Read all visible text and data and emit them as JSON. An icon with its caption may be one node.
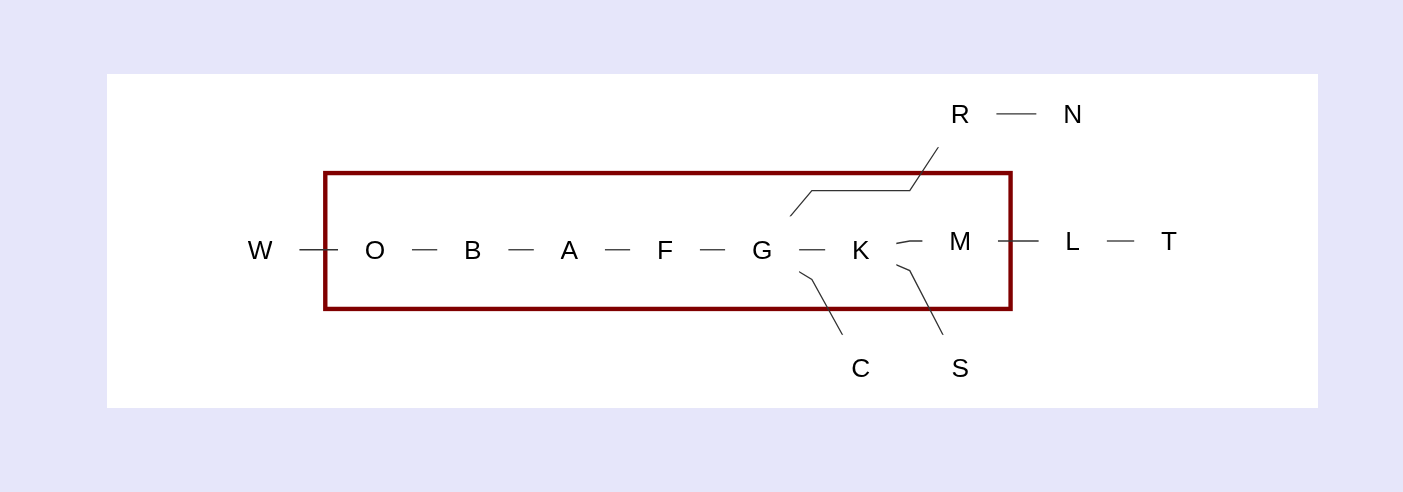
{
  "diagram": {
    "nodes": [
      {
        "text": [
          "R"
        ]
      },
      {
        "text": [
          "N"
        ]
      },
      {
        "text": [
          "W"
        ]
      },
      {
        "text": [],
        "shape": "box"
      },
      {
        "text": [
          "O"
        ],
        "in": 3
      },
      {
        "text": [
          "B"
        ],
        "in": 3
      },
      {
        "text": [
          "A"
        ],
        "in": 3
      },
      {
        "text": [
          "F"
        ],
        "in": 3
      },
      {
        "text": [
          "G"
        ],
        "in": 3
      },
      {
        "text": [
          "K"
        ],
        "in": 3
      },
      {
        "text": [
          "M"
        ],
        "in": 3
      },
      {
        "text": [
          "L"
        ]
      },
      {
        "text": [
          "T"
        ]
      },
      {
        "text": [
          "C"
        ]
      },
      {
        "text": [
          "S"
        ]
      }
    ],
    "edges": [
      {
        "from": 2,
        "to": 4,
        "arrow": "none"
      },
      {
        "from": 4,
        "to": 5,
        "arrow": "none"
      },
      {
        "from": 5,
        "to": 6,
        "arrow": "none"
      },
      {
        "from": 6,
        "to": 7,
        "arrow": "none"
      },
      {
        "from": 7,
        "to": 8,
        "arrow": "none"
      },
      {
        "from": 8,
        "to": 9,
        "arrow": "none"
      },
      {
        "from": 9,
        "to": 10,
        "arrow": "none"
      },
      {
        "from": 10,
        "to": 11,
        "arrow": "none"
      },
      {
        "from": 11,
        "to": 12,
        "arrow": "none"
      },
      {
        "from": 8,
        "to": 0,
        "arrow": "none"
      },
      {
        "from": 0,
        "to": 1,
        "arrow": "none"
      },
      {
        "from": 8,
        "to": 13,
        "arrow": "none"
      },
      {
        "from": 9,
        "to": 14,
        "arrow": "none"
      }
    ]
  }
}
